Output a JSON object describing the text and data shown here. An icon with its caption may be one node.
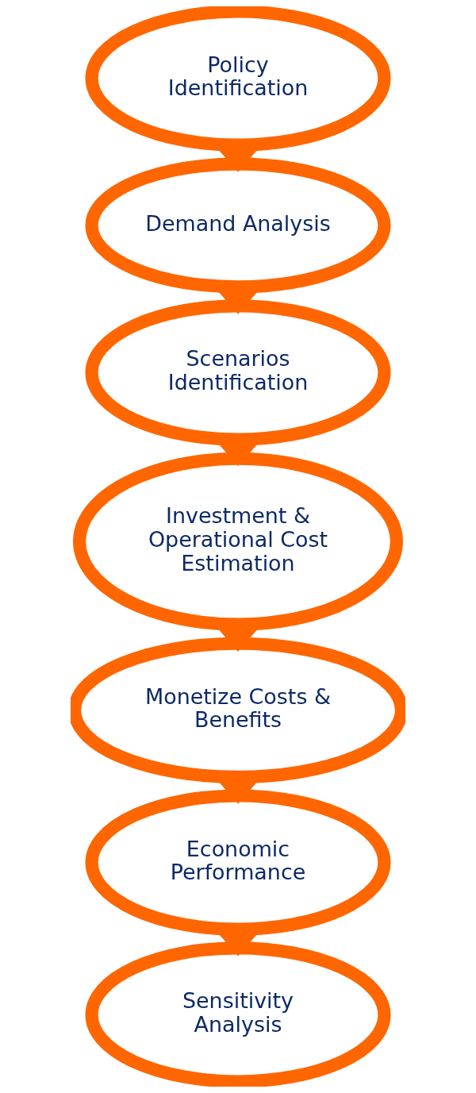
{
  "diagram": {
    "nodes": [
      {
        "text": [
          "Policy Identification"
        ]
      },
      {
        "text": [
          "Demand Analysis"
        ]
      },
      {
        "text": [
          "Scenarios Identification"
        ]
      },
      {
        "text": [
          "Investment & Operational Cost Estimation"
        ]
      },
      {
        "text": [
          "Monetize Costs & Benefits"
        ]
      },
      {
        "text": [
          "Economic Performance"
        ]
      },
      {
        "text": [
          "Sensitivity Analysis"
        ]
      }
    ],
    "edges": [
      {
        "from": 0,
        "to": 1,
        "arrow": "to"
      },
      {
        "from": 1,
        "to": 2,
        "arrow": "to"
      },
      {
        "from": 2,
        "to": 3,
        "arrow": "to"
      },
      {
        "from": 3,
        "to": 4,
        "arrow": "to"
      },
      {
        "from": 4,
        "to": 5,
        "arrow": "to"
      },
      {
        "from": 5,
        "to": 6,
        "arrow": "to"
      }
    ]
  }
}
